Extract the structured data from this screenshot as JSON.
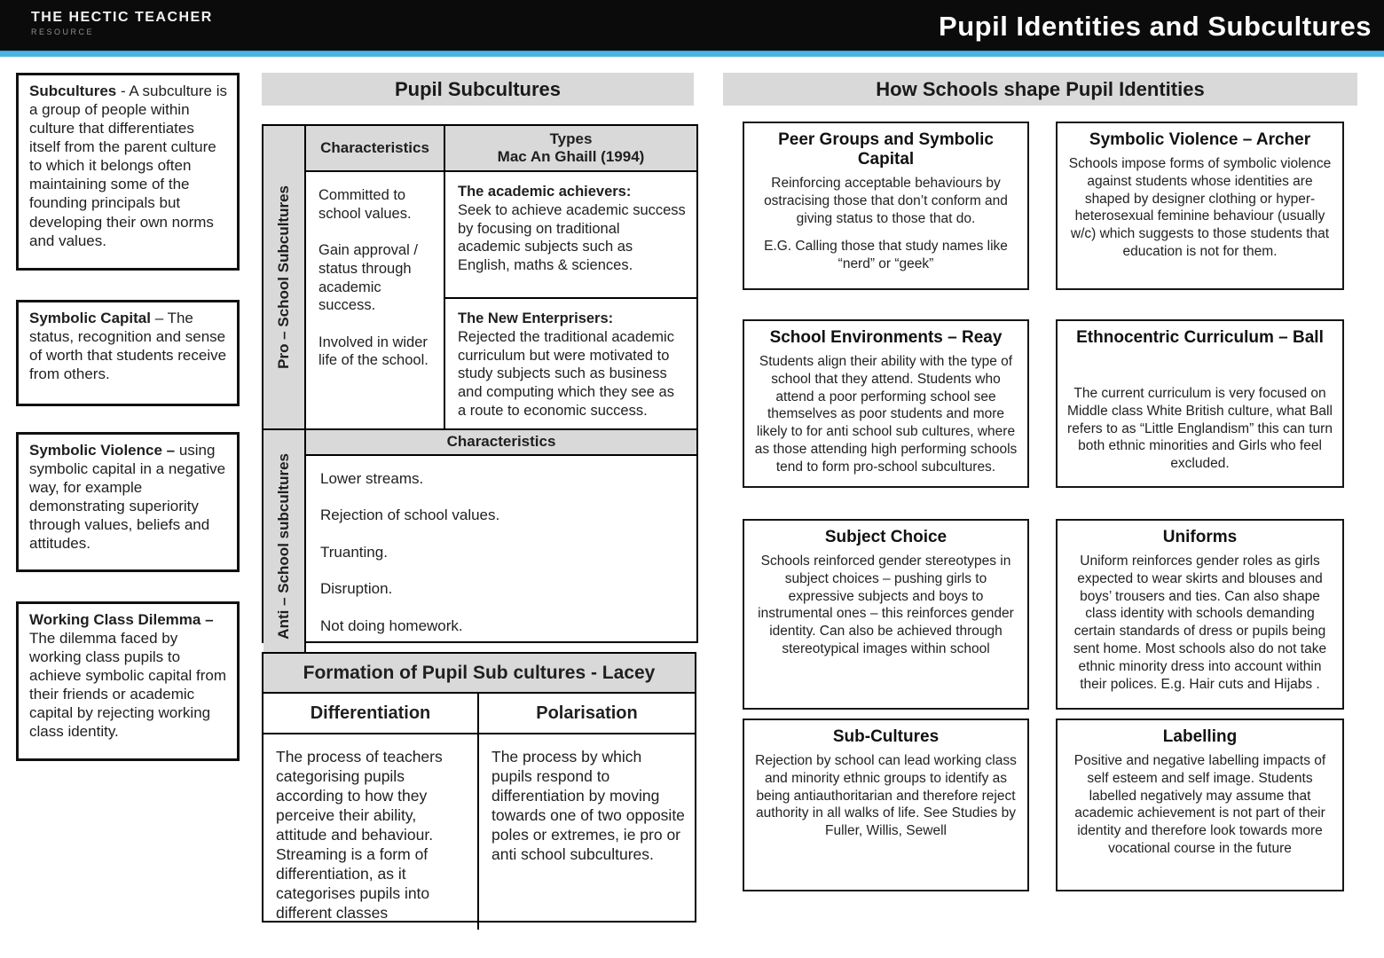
{
  "header": {
    "logo_line1": "THE HECTIC TEACHER",
    "logo_line2": "RESOURCE",
    "title": "Pupil Identities and Subcultures",
    "accent_color": "#4ab5e3",
    "banner_color": "#0b0b0b"
  },
  "definitions": [
    {
      "term": "Subcultures",
      "text": "-  A subculture is a group of people within culture that differentiates itself from the parent culture to which it belongs often maintaining some of the founding principals but developing their own norms and values."
    },
    {
      "term": "Symbolic Capital",
      "text": "– The status, recognition and sense of worth that students receive from others."
    },
    {
      "term": "Symbolic Violence –",
      "text": "using symbolic capital in a negative way, for example demonstrating superiority through values, beliefs and attitudes."
    },
    {
      "term": "Working Class Dilemma –",
      "text": "The dilemma faced by working class pupils to achieve symbolic capital from their friends or academic capital by rejecting working class identity."
    }
  ],
  "pupil_subcultures": {
    "section_title": "Pupil Subcultures",
    "col_characteristics": "Characteristics",
    "col_types_line1": "Types",
    "col_types_line2": "Mac An Ghaill (1994)",
    "pro": {
      "side_label": "Pro – School Subcultures",
      "characteristics": [
        "Committed to school values.",
        "Gain approval / status through academic success.",
        "Involved in wider life of the school."
      ],
      "types": [
        {
          "name": "The academic achievers:",
          "text": "Seek to achieve academic success by focusing on traditional academic subjects such as English, maths & sciences."
        },
        {
          "name": "The New Enterprisers:",
          "text": "Rejected the traditional academic curriculum but were motivated to study subjects such as business and computing which they see as a route to economic success."
        }
      ]
    },
    "anti": {
      "side_label": "Anti – School subcultures",
      "header": "Characteristics",
      "items": [
        "Lower streams.",
        "Rejection of school values.",
        "Truanting.",
        "Disruption.",
        "Not doing homework."
      ]
    }
  },
  "lacey": {
    "title": "Formation of Pupil Sub cultures - Lacey",
    "columns": [
      {
        "header": "Differentiation",
        "text": "The process of teachers categorising pupils according to how they perceive their ability, attitude and behaviour. Streaming is a form of differentiation, as it categorises pupils into different classes"
      },
      {
        "header": "Polarisation",
        "text": "The process by which pupils respond to differentiation by moving towards one of two opposite poles or extremes, ie pro or anti school subcultures."
      }
    ]
  },
  "identities": {
    "section_title": "How Schools shape Pupil Identities",
    "boxes": [
      {
        "title": "Peer Groups and Symbolic Capital",
        "paragraphs": [
          "Reinforcing acceptable behaviours by ostracising those that don’t conform and giving status to those that do.",
          "E.G. Calling those that study names like “nerd” or “geek”"
        ]
      },
      {
        "title": "Symbolic Violence – Archer",
        "paragraphs": [
          "Schools impose forms of symbolic violence against students whose identities are shaped by designer clothing or hyper-heterosexual feminine behaviour (usually w/c) which suggests to those students that education is not for them."
        ]
      },
      {
        "title": "School Environments – Reay",
        "paragraphs": [
          "Students align their ability with the type of school that they attend. Students who attend a poor performing school see themselves as poor students and more likely to for anti school sub cultures, where as those attending high performing schools tend to form pro-school subcultures."
        ]
      },
      {
        "title": "Ethnocentric Curriculum – Ball",
        "paragraphs": [
          "The current curriculum is very focused on Middle class White British culture, what Ball refers to as “Little Englandism” this can turn both ethnic minorities and Girls who feel excluded."
        ]
      },
      {
        "title": "Subject Choice",
        "paragraphs": [
          "Schools reinforced gender stereotypes in subject choices – pushing girls to expressive subjects and boys to instrumental ones – this reinforces gender identity. Can also be achieved through stereotypical images within school"
        ]
      },
      {
        "title": "Uniforms",
        "paragraphs": [
          "Uniform reinforces gender roles as girls expected to wear skirts and blouses and boys’ trousers and ties. Can also shape class identity with schools demanding certain standards of dress or pupils being sent home. Most schools also do not take ethnic minority dress into account within their polices. E.g. Hair cuts and Hijabs ."
        ]
      },
      {
        "title": "Sub-Cultures",
        "paragraphs": [
          "Rejection by school can lead working class and minority ethnic groups to identify as being antiauthoritarian and therefore reject authority in all walks of life. See Studies by Fuller, Willis, Sewell"
        ]
      },
      {
        "title": "Labelling",
        "paragraphs": [
          "Positive and negative labelling impacts of self esteem and self image. Students labelled negatively may assume that academic achievement is not part of their identity and therefore look towards more vocational course in the future"
        ]
      }
    ]
  }
}
